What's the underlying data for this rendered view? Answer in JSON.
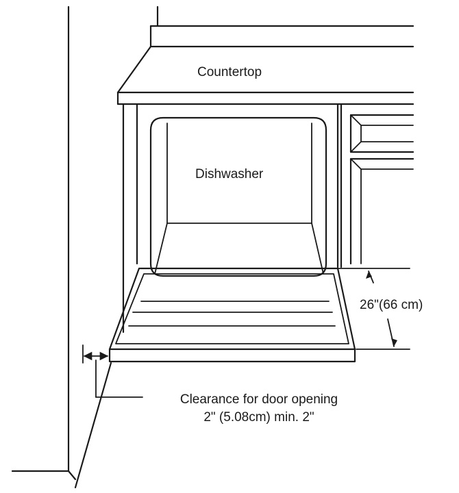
{
  "labels": {
    "countertop": "Countertop",
    "dishwasher": "Dishwasher",
    "door_height": "26\"(66 cm)",
    "clearance_line1": "Clearance for door opening",
    "clearance_line2": "2\" (5.08cm) min. 2\""
  }
}
